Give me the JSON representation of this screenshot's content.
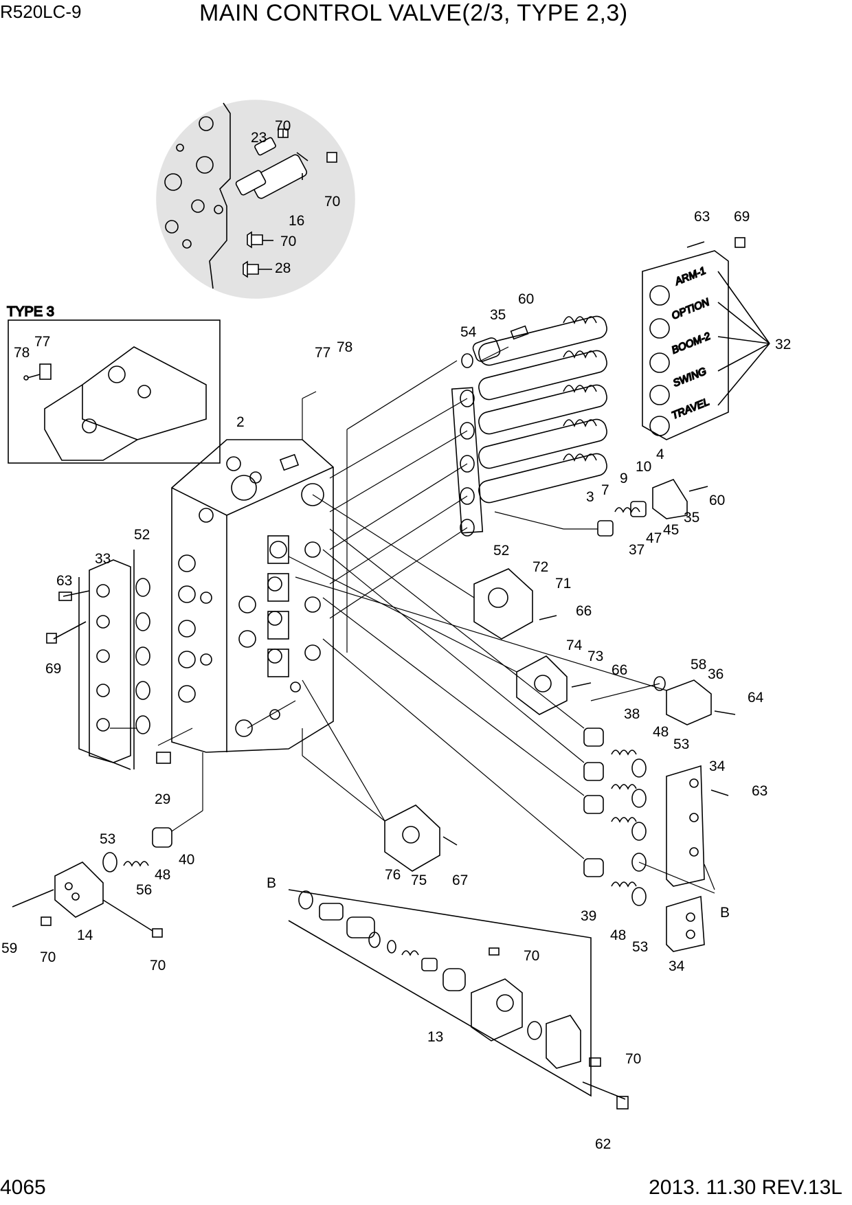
{
  "header": {
    "model": "R520LC-9",
    "title": "MAIN CONTROL VALVE(2/3, TYPE 2,3)"
  },
  "footer": {
    "page_number": "4065",
    "revision": "2013. 11.30  REV.13L"
  },
  "inset": {
    "type3_label": "TYPE 3"
  },
  "cover_labels": [
    "ARM-1",
    "OPTION",
    "BOOM-2",
    "SWING",
    "TRAVEL"
  ],
  "callouts": {
    "c2": "2",
    "c3": "3",
    "c4": "4",
    "c7": "7",
    "c9": "9",
    "c10": "10",
    "c13": "13",
    "c14": "14",
    "c16": "16",
    "c23": "23",
    "c28": "28",
    "c29": "29",
    "c32": "32",
    "c33": "33",
    "c34a": "34",
    "c34b": "34",
    "c35a": "35",
    "c35b": "35",
    "c36": "36",
    "c37": "37",
    "c38": "38",
    "c39": "39",
    "c40": "40",
    "c45": "45",
    "c47": "47",
    "c48a": "48",
    "c48b": "48",
    "c48c": "48",
    "c52a": "52",
    "c52b": "52",
    "c53a": "53",
    "c53b": "53",
    "c53c": "53",
    "c54": "54",
    "c56": "56",
    "c58": "58",
    "c59": "59",
    "c60a": "60",
    "c60b": "60",
    "c62": "62",
    "c63a": "63",
    "c63b": "63",
    "c63c": "63",
    "c64": "64",
    "c66a": "66",
    "c66b": "66",
    "c67": "67",
    "c69a": "69",
    "c69b": "69",
    "c70a": "70",
    "c70b": "70",
    "c70c": "70",
    "c70d": "70",
    "c70e": "70",
    "c70f": "70",
    "c70g": "70",
    "c71": "71",
    "c72": "72",
    "c73": "73",
    "c74": "74",
    "c75": "75",
    "c76": "76",
    "c77a": "77",
    "c77b": "77",
    "c78a": "78",
    "c78b": "78",
    "cBa": "B",
    "cBb": "B"
  }
}
